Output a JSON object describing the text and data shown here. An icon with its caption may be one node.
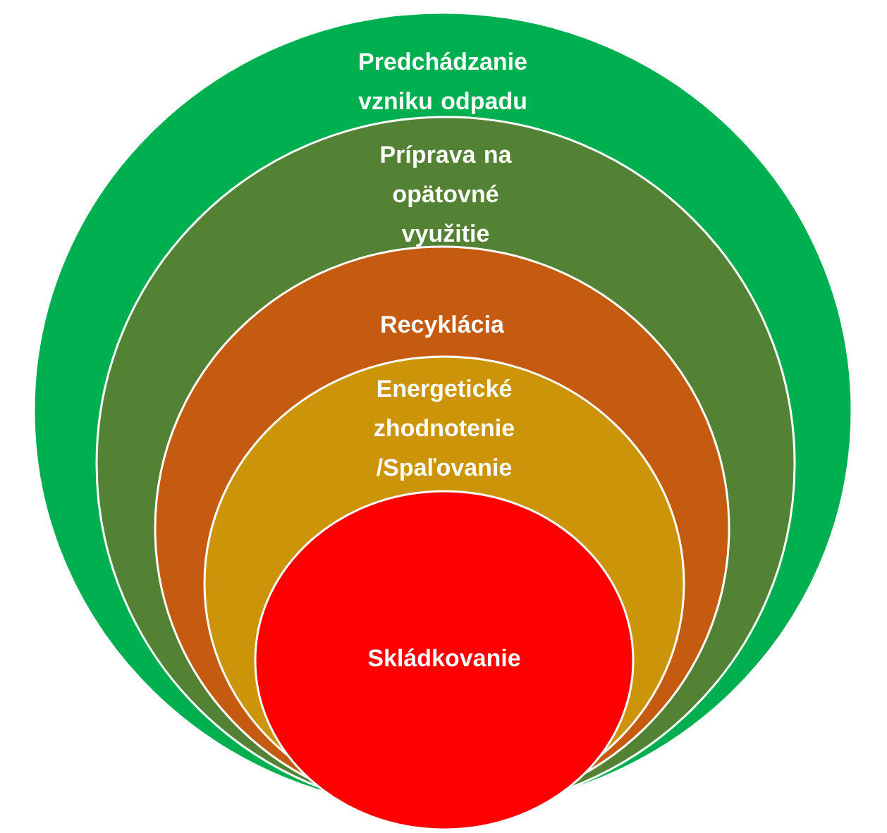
{
  "diagram": {
    "nodes": [
      {
        "text": [
          "Predchádzanie vzniku odpadu"
        ]
      },
      {
        "text": [
          "Príprava na opätovné využitie"
        ],
        "in": 0
      },
      {
        "text": [
          "Recyklácia"
        ],
        "in": 1
      },
      {
        "text": [
          "Energetické zhodnotenie /Spaľovanie"
        ],
        "in": 2
      },
      {
        "text": [
          "Skládkovanie"
        ]
      }
    ]
  }
}
